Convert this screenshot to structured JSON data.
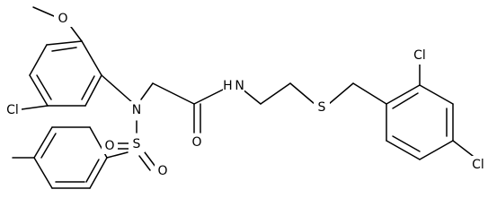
{
  "atoms": {
    "methoxy_o": "O",
    "ring_cl": "Cl",
    "sulfonamide_n": "N",
    "sulfur_sulfonyl": "S",
    "sulfonyl_o_left": "O",
    "sulfonyl_o_right": "O",
    "carbonyl_o": "O",
    "amide_nh": "H N",
    "thioether_s": "S",
    "cl_ortho": "Cl",
    "cl_para": "Cl"
  },
  "colors": {
    "ink": "#000000",
    "background": "#ffffff"
  }
}
